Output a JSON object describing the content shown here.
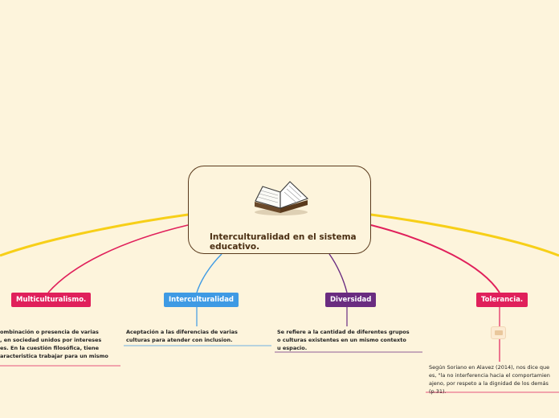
{
  "central": {
    "title": "Interculturalidad en el sistema educativo.",
    "icon": "open-book-icon"
  },
  "topics": [
    {
      "key": "multi",
      "label": "Multiculturalismo.",
      "color": "#e0205b",
      "subtext": "ombinación o presencia de varias\n, en sociedad unidos por intereses\nes. En la cuestión filosófica, tiene\naracteristica trabajar para un mismo"
    },
    {
      "key": "inter",
      "label": "Interculturalidad",
      "color": "#3e9ae4",
      "subtext": "Aceptación a las diferencias de varias\nculturas para atender con inclusion."
    },
    {
      "key": "diver",
      "label": "Diversidad",
      "color": "#6a2c80",
      "subtext": "Se refiere a la cantidad de diferentes grupos\no culturas existentes en un mismo contexto\nu espacio."
    },
    {
      "key": "toler",
      "label": "Tolerancia.",
      "color": "#e0205b",
      "subtext": "Según Soriano en Alavez (2014), nos dice que\nes, \"la no interferencia hacia el comportamien\najeno, por respeto a la dignidad de los demás\n(p.31)."
    }
  ],
  "connector_colors": {
    "yellow": "#f7cf18",
    "crimson": "#e0205b",
    "blue": "#3e9ae4",
    "purple": "#6a2c80",
    "underline_gray": "#a8a8a8"
  }
}
